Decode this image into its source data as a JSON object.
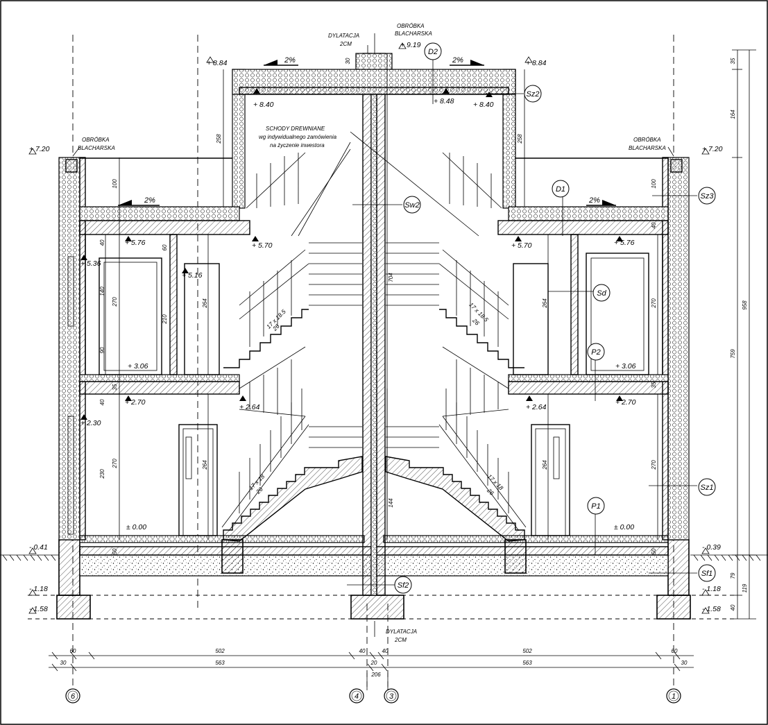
{
  "notes": {
    "obrobka_top": "OBRÓBKA",
    "obrobka_top2": "BLACHARSKA",
    "dylatacja_top": "DYLATACJA",
    "dylatacja_top_val": "2CM",
    "dylatacja_bottom": "DYLATACJA",
    "dylatacja_bottom_val": "2CM",
    "obrobka_left1": "OBRÓBKA",
    "obrobka_left2": "BLACHARSKA",
    "obrobka_right1": "OBRÓBKA",
    "obrobka_right2": "BLACHARSKA",
    "stairs1": "SCHODY DREWNIANE",
    "stairs2": "wg indywidualnego zamówienia",
    "stairs3": "na życzenie inwestora"
  },
  "slopes": {
    "top_left": "2%",
    "top_right": "2%",
    "mid_left": "2%",
    "mid_right": "2%"
  },
  "levels": {
    "ridge": "+ 9.19",
    "roof_l": "+ 8.84",
    "roof_r": "+ 8.84",
    "lroof_l": "+ 7.20",
    "lroof_r": "+ 7.20",
    "ceil_up_l": "+ 8.40",
    "ceil_up_r": "+ 8.40",
    "ceil_up_mid": "+ 8.48",
    "floor2_l": "+ 5.76",
    "floor2_r": "+ 5.76",
    "land_l": "+ 5.70",
    "land_r": "+ 5.70",
    "win2_l": "+ 5.36",
    "door2_l": "+ 5.16",
    "f1_l": "+ 3.06",
    "f1_r": "+ 3.06",
    "f1b_l": "+ 2.70",
    "f1b_r": "+ 2.70",
    "land1_l": "+ 2.64",
    "land1_r": "+ 2.64",
    "win1_l": "+ 2.30",
    "zero_l": "± 0.00",
    "zero_r": "± 0.00",
    "ground_l": "- 0.41",
    "ground_r": "- 0.39",
    "fnd1_l": "- 1.18",
    "fnd1_r": "- 1.18",
    "fnd2_l": "- 1.58",
    "fnd2_r": "- 1.58"
  },
  "tags": [
    "D2",
    "Sz2",
    "D1",
    "Sz3",
    "Sw2",
    "Sd",
    "P2",
    "Sz1",
    "P1",
    "Sf1",
    "Sf2"
  ],
  "dims": {
    "d30": "30",
    "d258l": "258",
    "d258r": "258",
    "d100l": "100",
    "d100r": "100",
    "d40a": "40",
    "d60a": "60",
    "d140": "140",
    "d270a": "270",
    "d210": "210",
    "d90": "90",
    "d35a": "35",
    "d264a": "264",
    "d40b": "40",
    "d230": "230",
    "d270b": "270",
    "d264b": "264",
    "d50a": "50",
    "d704": "704",
    "d144": "144",
    "d264c": "264",
    "d270c": "270",
    "d264d": "264",
    "d270d": "270",
    "d50b": "50",
    "d35b": "35",
    "d40c": "40",
    "st1": "17 x 18.5",
    "st1b": "26",
    "st2": "17 x 18.5",
    "st2b": "26",
    "st3": "17 x 18",
    "st3b": "26",
    "st4": "17 x 18",
    "st4b": "26",
    "r35": "35",
    "r164": "164",
    "r958": "958",
    "r759": "759",
    "r79": "79",
    "r40": "40",
    "r119": "119"
  },
  "horiz_dims": {
    "row1": [
      "60",
      "502",
      "40",
      "40",
      "502",
      "60"
    ],
    "row2": [
      "30",
      "563",
      "20",
      "563",
      "30"
    ],
    "row3": "206"
  },
  "axes": [
    "6",
    "4",
    "3",
    "1"
  ]
}
